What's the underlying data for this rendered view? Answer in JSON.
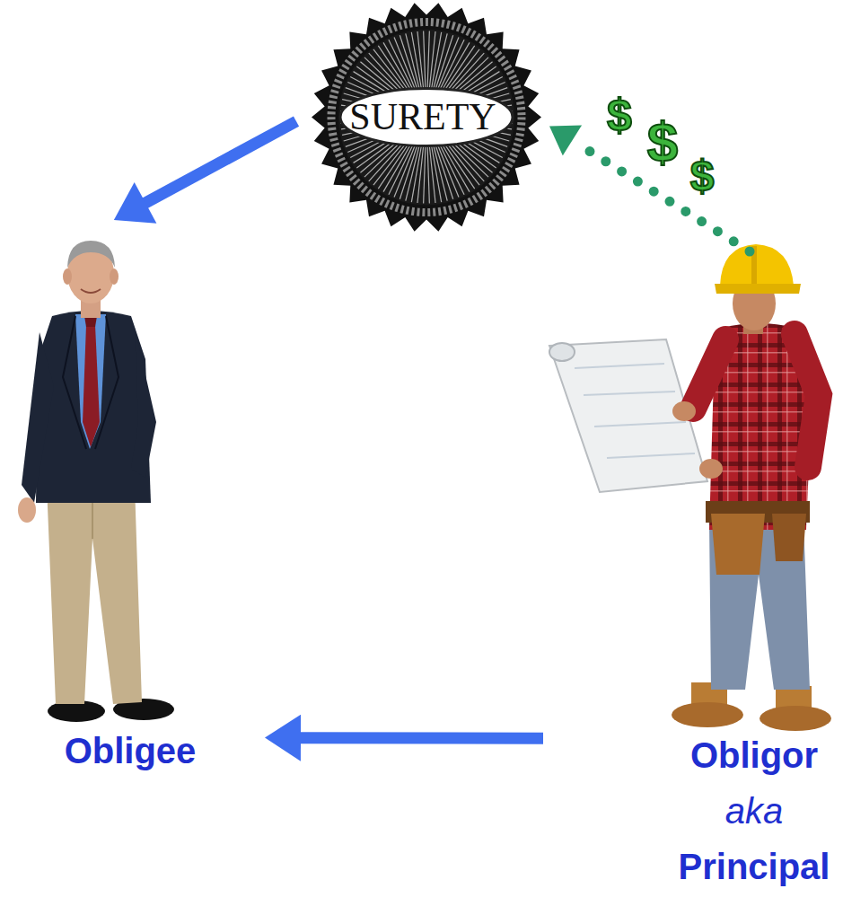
{
  "diagram": {
    "nodes": [
      {
        "text": [
          "SURETY"
        ]
      },
      {
        "text": [
          "Obligee"
        ]
      },
      {
        "text": [
          "Obligor",
          "aka",
          "Principal"
        ]
      }
    ],
    "edges": [
      {
        "from": 0,
        "to": 1,
        "arrow": "to"
      },
      {
        "from": 2,
        "to": 1,
        "arrow": "to"
      },
      {
        "from": 2,
        "to": 0,
        "arrow": "to"
      }
    ],
    "labels": [
      "$",
      "$",
      "$"
    ]
  }
}
